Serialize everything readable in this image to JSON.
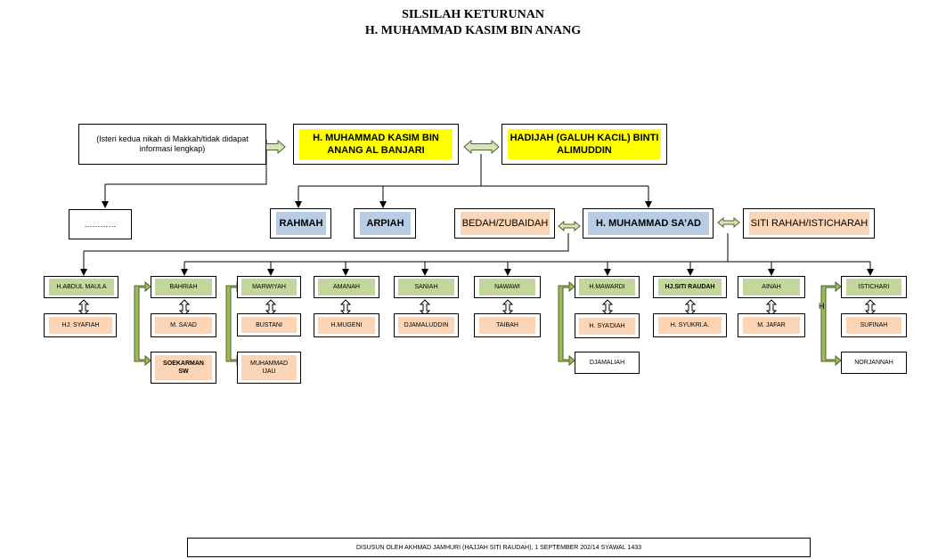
{
  "title": {
    "line1": "SILSILAH KETURUNAN",
    "line2": "H. MUHAMMAD KASIM BIN ANANG"
  },
  "top": {
    "first_wife_note": "(Isteri kedua nikah di Makkah/tidak didapat informasi lengkap)",
    "patriarch": "H. MUHAMMAD KASIM BIN ANANG AL BANJARI",
    "second_wife": "HADIJAH (GALUH KACIL) BINTI ALIMUDDIN"
  },
  "gen1": {
    "unknown": "…………",
    "rahmah": "RAHMAH",
    "arpiah": "ARPIAH",
    "bedah": "BEDAH/ZUBAIDAH",
    "saad": "H. MUHAMMAD SA’AD",
    "siti_rahah": "SITI RAHAH/ISTICHARAH"
  },
  "gen2": {
    "abdul_maula": "H.ABDUL MAULA",
    "syafiah": "HJ. SYAFIAH",
    "bahriah": "BAHRIAH",
    "m_saad": "M. SA’AD",
    "soekarman": "SOEKARMAN SW",
    "marwiyah": "MARWIYAH",
    "bustani": "BUSTANI",
    "muhammad_ijau": "MUHAMMAD IJAU",
    "amanah": "AMANAH",
    "mugeni": "H.MUGENI",
    "saniah": "SANIAH",
    "djamaluddin": "DJAMALUDDIN",
    "nawawi": "NAWAWI",
    "taibah": "TAIBAH",
    "mawardi": "H.MAWARDI",
    "syadiah": "H. SYA’DIAH",
    "djamaliah": "DJAMALIAH",
    "siti_raudah": "HJ.SITI RAUDAH",
    "syukri": "H. SYUKRI.A.",
    "ainah": "AINAH",
    "jafar": "M. JAFAR",
    "istichari": "ISTICHARI",
    "sufinah": "SUFINAH",
    "norjannah": "NORJANNAH",
    "loose_h": "H"
  },
  "footer": "DISUSUN OLEH AKHMAD JAMHURI  (HAJJAH SITI RAUDAH), 1 SEPTEMBER 202/14 SYAWAL 1433",
  "colors": {
    "yellow": "#ffff00",
    "peach": "#fbd5b5",
    "green": "#c3d69b",
    "blue": "#b8cce4",
    "arrow_fill": "#d7e4bd",
    "arrow_green": "#76923c"
  }
}
